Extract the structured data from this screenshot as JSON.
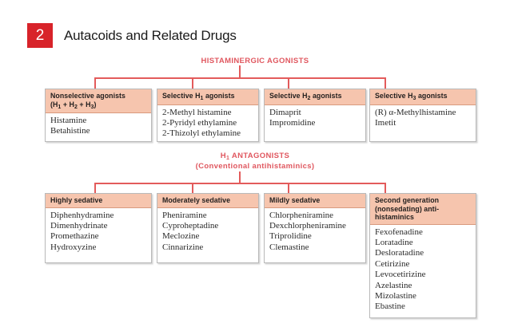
{
  "header": {
    "chapter_number": "2",
    "title": "Autacoids and Related Drugs",
    "badge_color": "#d8232a"
  },
  "diagram": {
    "connector_color": "#e35b5b",
    "header_fill": "#f6c5ae",
    "heading_color": "#e0575f",
    "sections": [
      {
        "heading_line1": "HISTAMINERGIC AGONISTS",
        "heading_line2": ""
      },
      {
        "heading_line1": "H₁ ANTAGONISTS",
        "heading_line2": "(Conventional antihistaminics)"
      }
    ],
    "agonist_nodes": [
      {
        "title": "Nonselective agonists (H₁ + H₂ + H₃)",
        "items": [
          "Histamine",
          "Betahistine"
        ]
      },
      {
        "title": "Selective H₁ agonists",
        "items": [
          "2-Methyl histamine",
          "2-Pyridyl ethylamine",
          "2-Thizolyl ethylamine"
        ]
      },
      {
        "title": "Selective H₂ agonists",
        "items": [
          "Dimaprit",
          "Impromidine"
        ]
      },
      {
        "title": "Selective H₃ agonists",
        "items": [
          "(R) α-Methylhistamine",
          "Imetit"
        ]
      }
    ],
    "antagonist_nodes": [
      {
        "title": "Highly sedative",
        "items": [
          "Diphenhydramine",
          "Dimenhydrinate",
          "Promethazine",
          "Hydroxyzine"
        ]
      },
      {
        "title": "Moderately sedative",
        "items": [
          "Pheniramine",
          "Cyproheptadine",
          "Meclozine",
          "Cinnarizine"
        ]
      },
      {
        "title": "Mildly sedative",
        "items": [
          "Chlorpheniramine",
          "Dexchlorpheniramine",
          "Triprolidine",
          "Clemastine"
        ]
      },
      {
        "title": "Second generation (nonsedating) anti-histaminics",
        "items": [
          "Fexofenadine",
          "Loratadine",
          "Desloratadine",
          "Cetirizine",
          "Levocetirizine",
          "Azelastine",
          "Mizolastine",
          "Ebastine"
        ]
      }
    ]
  }
}
